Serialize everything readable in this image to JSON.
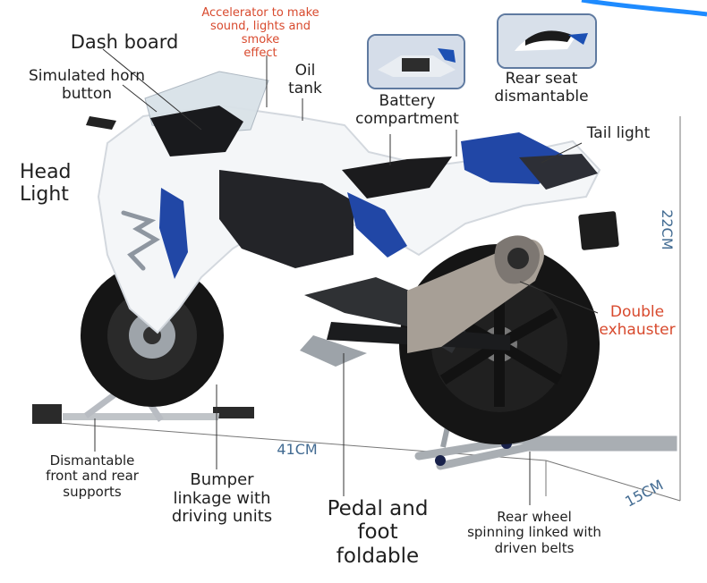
{
  "labels": {
    "accelerator": "Accelerator to make\nsound, lights and smoke\neffect",
    "dash_board": "Dash board",
    "simulated_horn": "Simulated horn\nbutton",
    "oil_tank": "Oil\ntank",
    "battery_compartment": "Battery\ncompartment",
    "rear_seat": "Rear seat\ndismantable",
    "tail_light": "Tail light",
    "head_light": "Head\nLight",
    "size_height": "22CM",
    "double_exhauster": "Double\nexhauster",
    "size_length": "41CM",
    "size_width": "15CM",
    "dismantable_supports": "Dismantable\nfront and rear\nsupports",
    "bumper_linkage": "Bumper\nlinkage with\ndriving units",
    "pedal_foot": "Pedal and\nfoot foldable",
    "rear_wheel": "Rear wheel\nspinning linked with\ndriven belts"
  },
  "colors": {
    "text_dark": "#1f1f1f",
    "accent_red": "#d84a2e",
    "measure_blue": "#426b92",
    "bike_white": "#f4f6f8",
    "bike_blue": "#2147a6",
    "metal_gray": "#b8bcc2",
    "tire_black": "#151515"
  }
}
